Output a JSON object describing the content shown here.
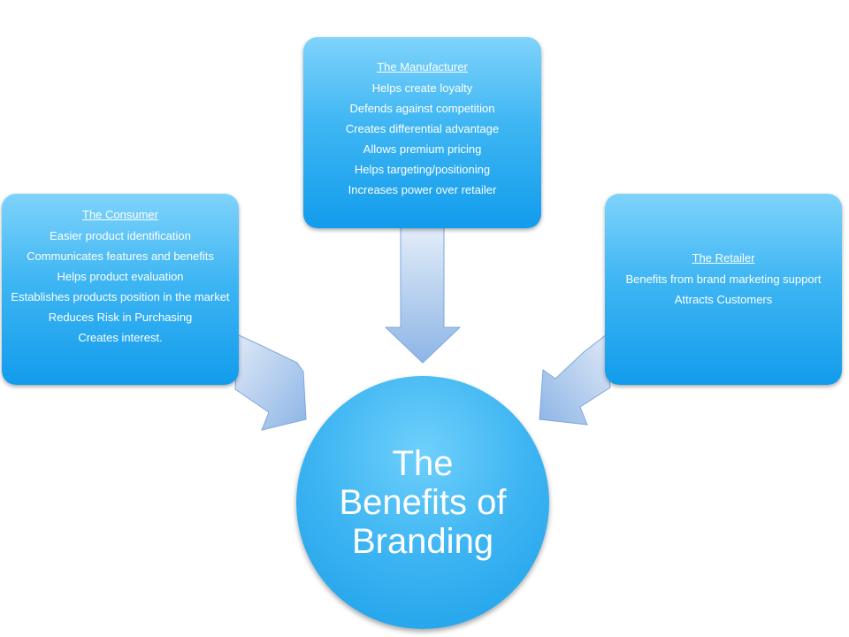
{
  "center": {
    "title": "The Benefits of Branding"
  },
  "manufacturer": {
    "title": "The Manufacturer",
    "items": [
      "Helps create loyalty",
      "Defends against competition",
      "Creates differential advantage",
      "Allows premium pricing",
      "Helps targeting/positioning",
      "Increases power over retailer"
    ]
  },
  "consumer": {
    "title": "The Consumer",
    "items": [
      "Easier product identification",
      "Communicates features and benefits",
      "Helps product evaluation",
      "Establishes products position in the market",
      "Reduces Risk in Purchasing",
      "Creates interest."
    ]
  },
  "retailer": {
    "title": "The Retailer",
    "items": [
      "Benefits from brand marketing support",
      "Attracts Customers"
    ]
  },
  "colors": {
    "box_top": "#7fd3fb",
    "box_bottom": "#129cec",
    "arrow_light": "#dbe7f6",
    "arrow_dark": "#8cb4e6"
  }
}
